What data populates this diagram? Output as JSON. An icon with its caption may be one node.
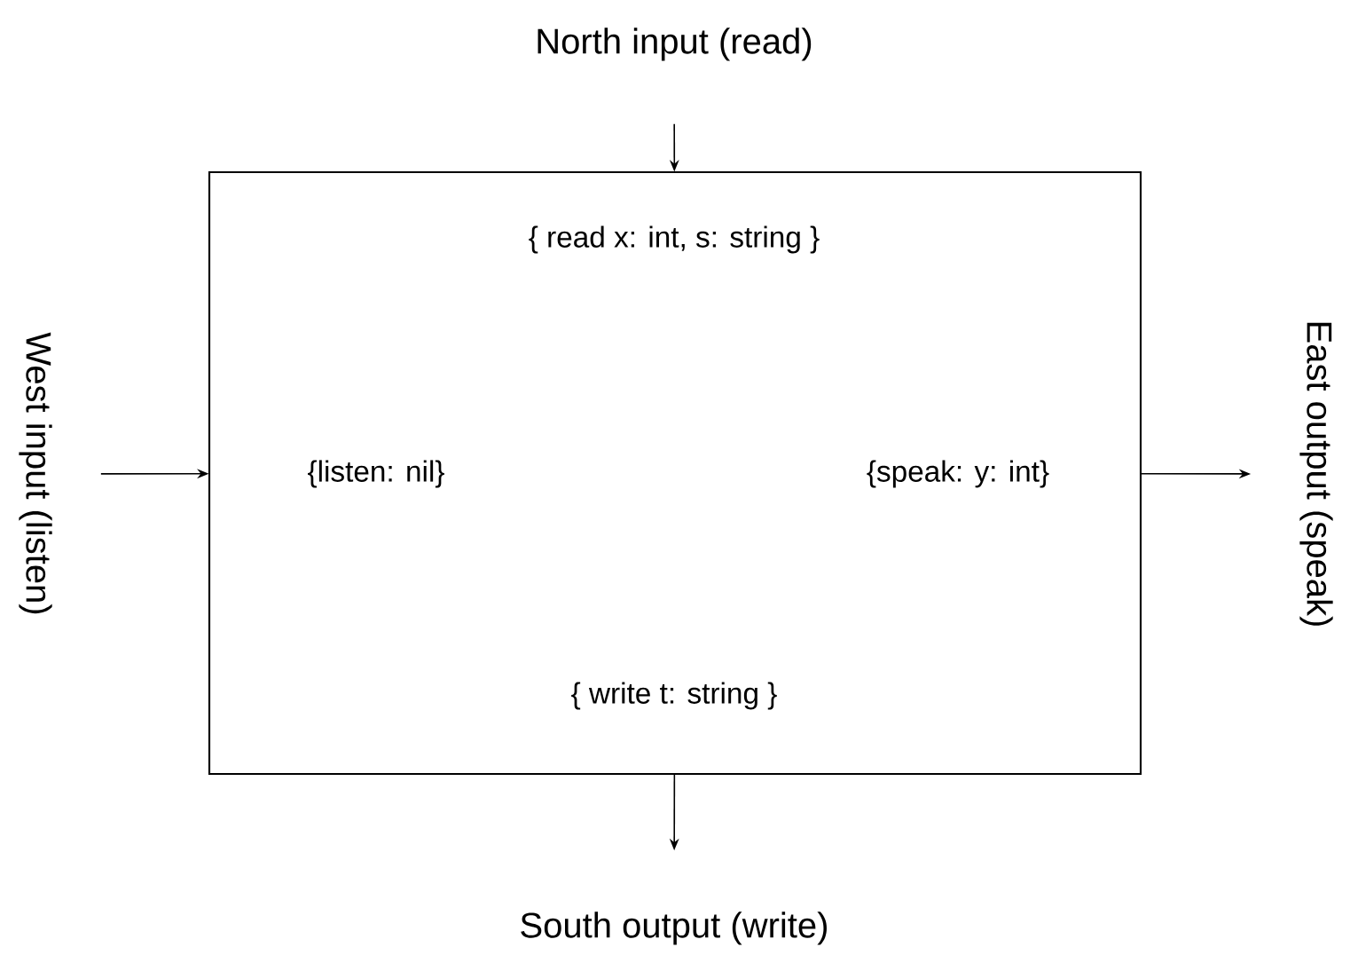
{
  "diagram": {
    "nodes": [
      {
        "text": [
          "{ read x: int, s: string }",
          "{listen: nil}",
          "{speak: y: int}",
          "{ write t: string }"
        ]
      },
      {
        "text": [
          "North input (read)"
        ]
      },
      {
        "text": [
          "West input (listen)"
        ]
      },
      {
        "text": [
          "East output (speak)"
        ]
      },
      {
        "text": [
          "South output (write)"
        ]
      }
    ],
    "edges": [
      {
        "from": 1,
        "to": 0,
        "arrow": "to"
      },
      {
        "from": 2,
        "to": 0,
        "arrow": "to"
      },
      {
        "from": 0,
        "to": 3,
        "arrow": "to"
      },
      {
        "from": 0,
        "to": 4,
        "arrow": "to"
      }
    ]
  }
}
